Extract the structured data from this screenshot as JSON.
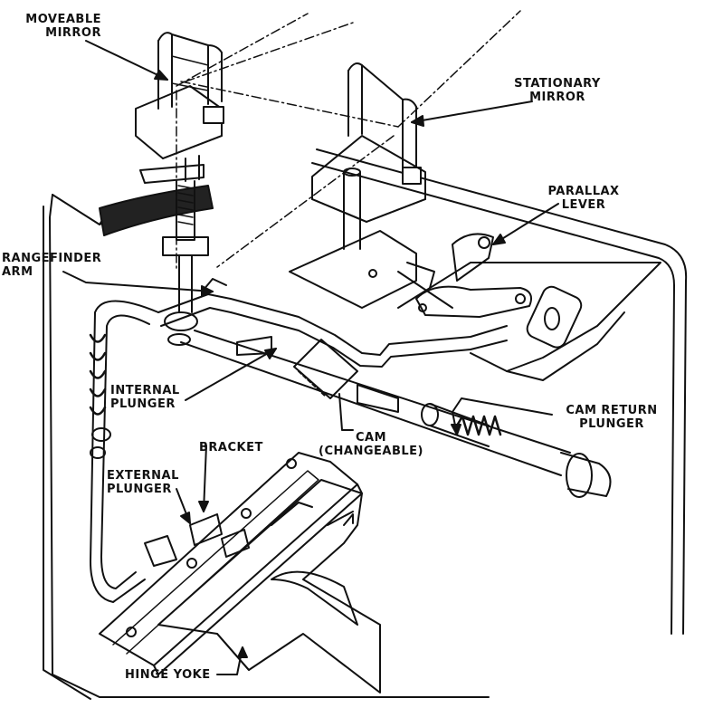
{
  "labels": {
    "moveable_mirror": [
      "MOVEABLE",
      "MIRROR"
    ],
    "stationary_mirror": [
      "STATIONARY",
      "MIRROR"
    ],
    "parallax_lever": [
      "PARALLAX",
      "LEVER"
    ],
    "rangefinder_arm": [
      "RANGEFINDER",
      "ARM"
    ],
    "internal_plunger": [
      "INTERNAL",
      "PLUNGER"
    ],
    "cam": [
      "CAM",
      "(CHANGEABLE)"
    ],
    "cam_return_plunger": [
      "CAM RETURN",
      "PLUNGER"
    ],
    "bracket": "BRACKET",
    "external_plunger": [
      "EXTERNAL",
      "PLUNGER"
    ],
    "hinge_yoke": "HINGE YOKE"
  },
  "colors": {
    "ink": "#111111",
    "paper": "#ffffff"
  }
}
